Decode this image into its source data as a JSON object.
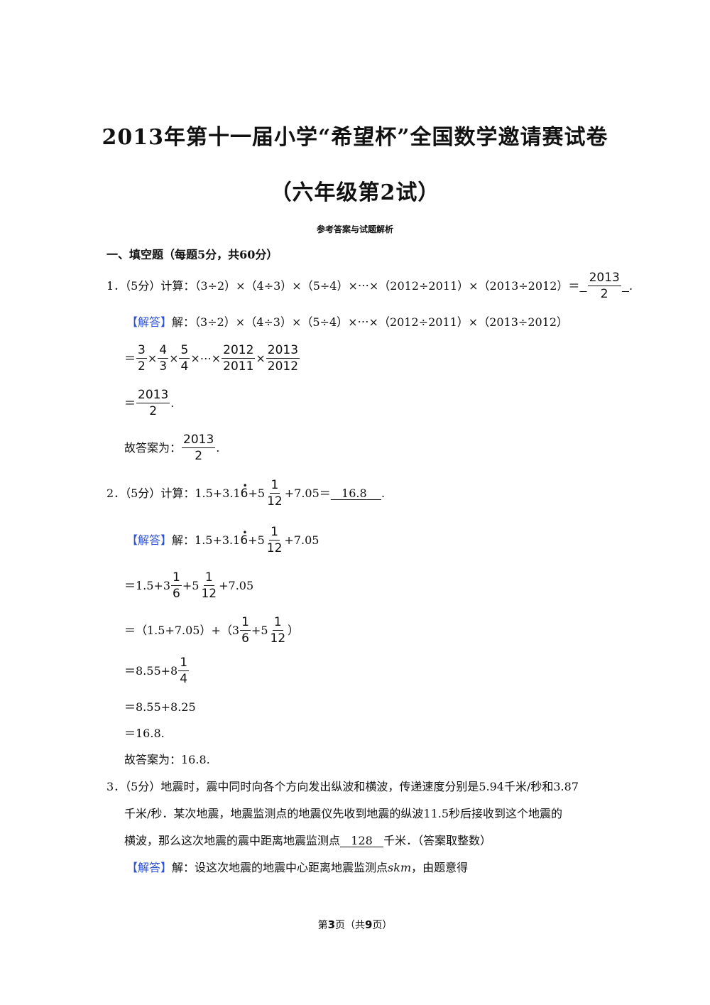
{
  "header": {
    "title_line1": "2013年第十一届小学“希望杯”全国数学邀请赛试卷",
    "title_line2": "（六年级第2试）",
    "subtitle": "参考答案与试题解析"
  },
  "section1": {
    "heading": "一、填空题（每题5分，共60分）"
  },
  "answer_tag": "【解答】",
  "q1": {
    "prefix": "1．（5分）计算：（3÷2）×（4÷3）×（5÷4）×⋯×（2012÷2011）×（2013÷2012）＝",
    "answer_num": "2013",
    "answer_den": "2",
    "suffix": ".",
    "sol_intro": "解：（3÷2）×（4÷3）×（5÷4）×⋯×（2012÷2011）×（2013÷2012）",
    "step1_eq": "＝",
    "step1_fracs": [
      {
        "n": "3",
        "d": "2"
      },
      {
        "n": "4",
        "d": "3"
      },
      {
        "n": "5",
        "d": "4"
      }
    ],
    "step1_dots": "×⋯×",
    "step1_tail": [
      {
        "n": "2012",
        "d": "2011"
      },
      {
        "n": "2013",
        "d": "2012"
      }
    ],
    "times": "×",
    "step2_eq": "＝",
    "step2_num": "2013",
    "step2_den": "2",
    "step2_suffix": ".",
    "conclusion": "故答案为：",
    "conclusion_num": "2013",
    "conclusion_den": "2",
    "conclusion_suffix": "."
  },
  "q2": {
    "prefix": "2．（5分）计算：1.5+3.1",
    "repeating_digit": "6",
    "repeat_dot": "•",
    "mid": "+5",
    "frac_n": "1",
    "frac_d": "12",
    "tail": "+7.05＝",
    "answer": "16.8",
    "suffix": ".",
    "sol_intro": "解：1.5+3.1",
    "sol_mid": "+5",
    "sol_tail": "+7.05",
    "l2_a": "＝1.5+3",
    "l2_f1n": "1",
    "l2_f1d": "6",
    "l2_b": "+5",
    "l2_f2n": "1",
    "l2_f2d": "12",
    "l2_c": "+7.05",
    "l3_a": "＝（1.5+7.05）+（3",
    "l3_f1n": "1",
    "l3_f1d": "6",
    "l3_b": "+5",
    "l3_f2n": "1",
    "l3_f2d": "12",
    "l3_c": "）",
    "l4_a": "＝8.55+8",
    "l4_fn": "1",
    "l4_fd": "4",
    "l5": "＝8.55+8.25",
    "l6": "＝16.8.",
    "conclusion": "故答案为：16.8."
  },
  "q3": {
    "line1": "3．（5分）地震时，震中同时向各个方向发出纵波和横波，传递速度分别是5.94千米/秒和3.87",
    "line2": "千米/秒．某次地震，地震监测点的地震仪先收到地震的纵波11.5秒后接收到这个地震的",
    "line3_a": "横波，那么这次地震的震中距离地震监测点",
    "answer": "128",
    "line3_b": "千米．（答案取整数）",
    "sol_a": "解：设这次地震的地震中心距离地震监测点",
    "sol_var": "skm",
    "sol_b": "，由题意得"
  },
  "footer": {
    "pre": "第",
    "page": "3",
    "mid": "页（共",
    "total": "9",
    "post": "页）"
  }
}
